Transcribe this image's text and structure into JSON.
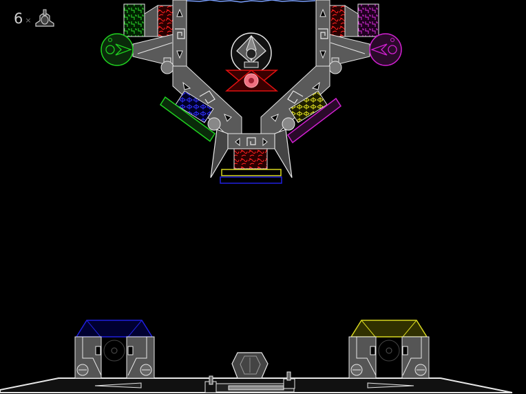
{
  "hud": {
    "lives_count": "6",
    "lives_multiplier": "×",
    "ship_icon": "ship-icon"
  },
  "colors": {
    "background": "#000000",
    "outline": "#e8e8e8",
    "metal": "#6a6a6a",
    "metal_dark": "#3c3c3c",
    "red": "#e01010",
    "green": "#20d020",
    "blue": "#2020e0",
    "yellow": "#d8d820",
    "magenta": "#d020d0",
    "lightning": "#7aa0ff",
    "gear_pink": "#f07080"
  },
  "boss": {
    "left_orb_color": "green",
    "right_orb_color": "magenta",
    "left_shield_color": "green",
    "right_shield_color": "magenta",
    "core_color": "red",
    "left_panel_color": "blue",
    "right_panel_color": "yellow"
  },
  "bunkers": [
    {
      "name": "left-bunker",
      "roof_color": "blue"
    },
    {
      "name": "right-bunker",
      "roof_color": "yellow"
    }
  ]
}
